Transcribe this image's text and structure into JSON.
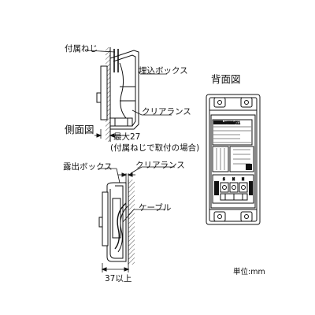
{
  "labels": {
    "screw": "付属ねじ",
    "flush_box": "埋込ボックス",
    "clearance_top": "クリアランス",
    "side_view": "側面図",
    "max27": "最大27",
    "note": "(付属ねじで取付の場合)",
    "exposed_box": "露出ボックス",
    "clearance_bottom": "クリアランス",
    "cable": "ケーブル",
    "dim37": "37以上",
    "back_view": "背面図",
    "unit": "単位:mm"
  },
  "device_text": {
    "brand": "Panasonic",
    "model": "WTK1611",
    "terminals": [
      "S",
      "N",
      "N"
    ]
  },
  "colors": {
    "line": "#111111",
    "hatch": "#555555",
    "fill": "#ffffff",
    "brand_box": "#111111"
  }
}
